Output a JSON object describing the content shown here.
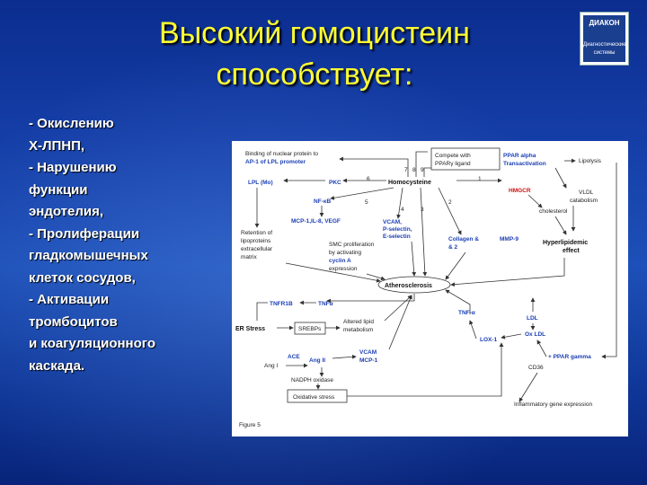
{
  "slide": {
    "title_line1": "Высокий гомоцистеин",
    "title_line2": "способствует:",
    "bullets": [
      "- Окислению",
      "Х-ЛПНП,",
      "- Нарушению",
      "функции",
      "эндотелия,",
      "- Пролиферации",
      "гладкомышечных",
      "клеток сосудов,",
      "- Активации",
      "тромбоцитов",
      "и коагуляционного",
      "каскада."
    ],
    "logo": {
      "name": "ДИАКОН",
      "subtitle1": "Диагностические",
      "subtitle2": "системы"
    }
  },
  "figure": {
    "binding": "Binding of nuclear protein to",
    "binding2": "AP-1 of LPL promoter",
    "compete": "Compete with",
    "compete2": "PPARγ ligand",
    "ppar_alpha": "PPAR alpha",
    "transactivation": "Transactivation",
    "lipolysis": "Lipolysis",
    "lpl_mo": "LPL (Mo)",
    "pkc": "PKC",
    "num6": "6",
    "num7": "7",
    "num8": "8",
    "num9": "9",
    "num1": "1",
    "homocysteine": "Homocysteine",
    "hmgcr": "HMGCR",
    "vldl": "VLDL",
    "catabolism": "catabolism",
    "nfkb": "NF-κB",
    "num5": "5",
    "num4": "4",
    "num3": "3",
    "num2": "2",
    "cholesterol": "cholesterol",
    "mcp": "MCP-1,IL-8, VEGF",
    "vcam_p": "VCAM,",
    "vcam_p2": "P-selectin,",
    "vcam_p3": "E-selectin",
    "collagen": "Collagen &",
    "collagen2": "& 2",
    "mmp9": "MMP-9",
    "hyperlip": "Hyperlipidemic",
    "hyperlip2": "effect",
    "retention1": "Retention of",
    "retention2": "lipoproteins",
    "retention3": "extracellular",
    "retention4": "matrix",
    "smc1": "SMC proliferation",
    "smc2": "by activating",
    "smc3": "cyclin A",
    "smc4": "expression",
    "athero": "Atherosclerosis",
    "tnfr1b": "TNFR1B",
    "tnfa": "TNFα",
    "tnf_a": "TNF-α",
    "er_stress": "ER Stress",
    "srebps": "SREBPs",
    "altered1": "Altered lipid",
    "altered2": "metabolism",
    "ldl": "LDL",
    "ox_ldl": "Ox LDL",
    "lox1": "LOX-1",
    "ace": "ACE",
    "ang_ii": "Ang II",
    "ang_i": "Ang I",
    "vcam2": "VCAM",
    "mcp2": "MCP-1",
    "ppar_gamma": "+ PPAR gamma",
    "cd36": "CD36",
    "nadph": "NADPH oxidase",
    "oxstress": "Oxidative stress",
    "inflammatory": "Inflammatory gene expression",
    "figure_label": "Figure 5"
  }
}
